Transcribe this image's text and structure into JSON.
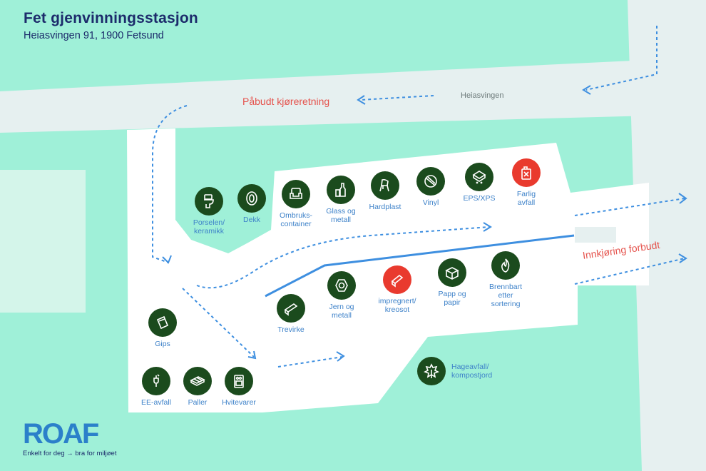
{
  "header": {
    "title": "Fet gjenvinningsstasjon",
    "address": "Heiasvingen 91, 1900 Fetsund"
  },
  "road": {
    "name": "Heiasvingen"
  },
  "notices": {
    "direction": "Påbudt kjøreretning",
    "no_entry": "Innkjøring forbudt"
  },
  "colors": {
    "land": "#9ff0d8",
    "road": "#e6f0f0",
    "station_fill": "#1b4b1d",
    "hazard_fill": "#e93a2e",
    "label": "#3e82c9",
    "arrow": "#3e8fe0",
    "notice": "#e5534d",
    "brand": "#2b80ca"
  },
  "stations": [
    {
      "key": "porselen",
      "label": "Porselen/\nkeramikk",
      "icon": "toilet-icon",
      "hazard": false
    },
    {
      "key": "dekk",
      "label": "Dekk",
      "icon": "tire-icon",
      "hazard": false
    },
    {
      "key": "ombruk",
      "label": "Ombruks-\ncontainer",
      "icon": "armchair-icon",
      "hazard": false
    },
    {
      "key": "glass",
      "label": "Glass og\nmetall",
      "icon": "bottle-icon",
      "hazard": false
    },
    {
      "key": "hardplast",
      "label": "Hardplast",
      "icon": "plastic-chair-icon",
      "hazard": false
    },
    {
      "key": "vinyl",
      "label": "Vinyl",
      "icon": "vinyl-roll-icon",
      "hazard": false
    },
    {
      "key": "eps",
      "label": "EPS/XPS",
      "icon": "styrofoam-icon",
      "hazard": false
    },
    {
      "key": "farlig",
      "label": "Farlig\navfall",
      "icon": "hazard-can-icon",
      "hazard": true
    },
    {
      "key": "gips",
      "label": "Gips",
      "icon": "gypsum-board-icon",
      "hazard": false
    },
    {
      "key": "trevirke",
      "label": "Trevirke",
      "icon": "wood-beam-icon",
      "hazard": false
    },
    {
      "key": "jern",
      "label": "Jern og\nmetall",
      "icon": "nut-icon",
      "hazard": false
    },
    {
      "key": "impregnert",
      "label": "impregnert/\nkreosot",
      "icon": "treated-wood-icon",
      "hazard": true
    },
    {
      "key": "papp",
      "label": "Papp og\npapir",
      "icon": "cardboard-box-icon",
      "hazard": false
    },
    {
      "key": "brennbart",
      "label": "Brennbart\netter\nsortering",
      "icon": "flame-icon",
      "hazard": false
    },
    {
      "key": "ee",
      "label": "EE-avfall",
      "icon": "plug-icon",
      "hazard": false
    },
    {
      "key": "paller",
      "label": "Paller",
      "icon": "pallet-icon",
      "hazard": false
    },
    {
      "key": "hvitevarer",
      "label": "Hvitevarer",
      "icon": "stove-icon",
      "hazard": false
    },
    {
      "key": "hageavfall",
      "label": "Hageavfall/\nkompostjord",
      "icon": "leaf-icon",
      "hazard": false
    }
  ],
  "logo": {
    "mark": "ROAF",
    "tagline": "Enkelt for deg → bra for miljøet"
  }
}
